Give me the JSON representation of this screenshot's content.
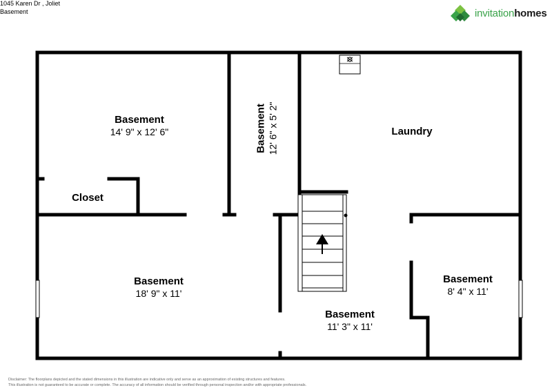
{
  "header": {
    "address": "1045 Karen Dr , Joliet",
    "level": "Basement"
  },
  "logo": {
    "text_part1": "invitation",
    "text_part2": "homes",
    "colors": {
      "green_light": "#7cc243",
      "green_dark": "#2e8b3e",
      "text_dark": "#1a1a1a"
    }
  },
  "rooms": {
    "basement_nw": {
      "name": "Basement",
      "dims": "14' 9\" x 12' 6\""
    },
    "basement_hall": {
      "name": "Basement",
      "dims": "12' 6\" x 5' 2\""
    },
    "laundry": {
      "name": "Laundry"
    },
    "closet": {
      "name": "Closet"
    },
    "basement_sw": {
      "name": "Basement",
      "dims": "18' 9\" x 11'"
    },
    "basement_center": {
      "name": "Basement",
      "dims": "11' 3\" x 11'"
    },
    "basement_se": {
      "name": "Basement",
      "dims": "8' 4\" x 11'"
    }
  },
  "disclaimer": {
    "line1": "Disclaimer: The floorplans depicted and the stated dimensions in this illustration are indicative only and serve as an approximation of existing structures and features.",
    "line2": "This illustration is not guaranteed to be accurate or complete. The accuracy of all information should be verified through personal inspection and/or with appropriate professionals."
  }
}
